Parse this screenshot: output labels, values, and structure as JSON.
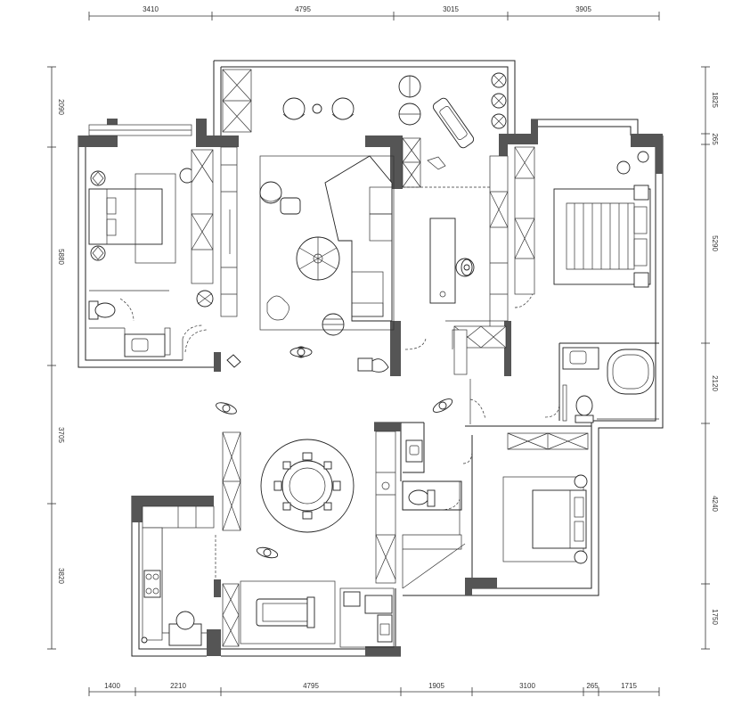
{
  "dimensions": {
    "top": [
      "3410",
      "4795",
      "3015",
      "3905"
    ],
    "bottom": [
      "1400",
      "2210",
      "4795",
      "1905",
      "3100",
      "265",
      "1715"
    ],
    "left": [
      "2090",
      "5880",
      "3705",
      "3820"
    ],
    "right": [
      "1825",
      "265",
      "5290",
      "2120",
      "4240",
      "1750"
    ]
  },
  "colors": {
    "wall": "#555555",
    "line": "#222222"
  }
}
